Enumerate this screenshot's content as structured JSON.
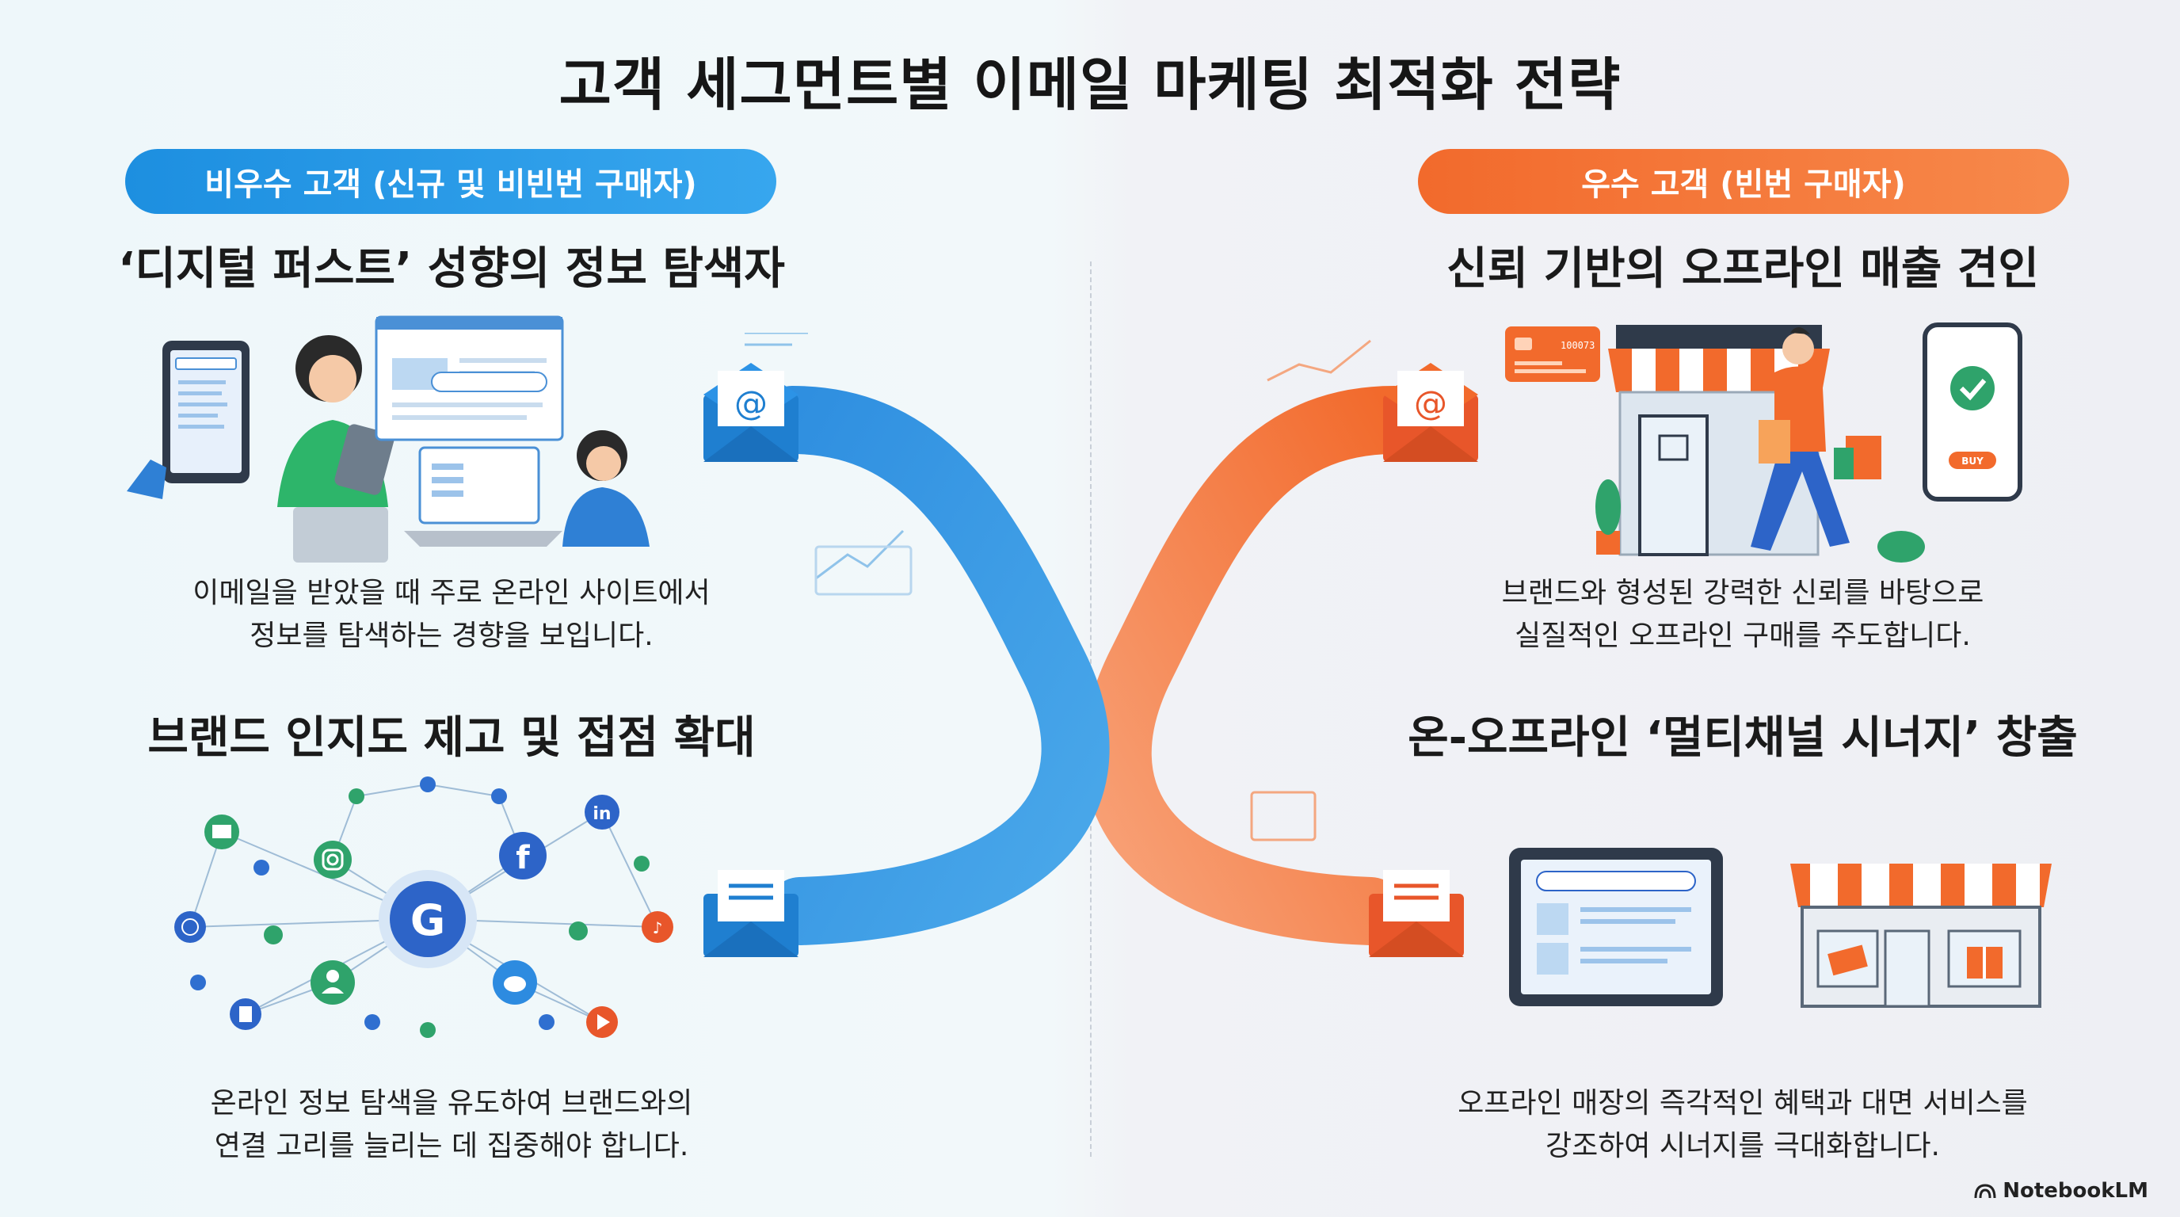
{
  "title": "고객 세그먼트별 이메일 마케팅 최적화 전략",
  "left": {
    "segment_label": "비우수 고객 (신규 및 비빈번 구매자)",
    "section1": {
      "heading": "‘디지털 퍼스트’ 성향의 정보 탐색자",
      "body": "이메일을 받았을 때 주로 온라인 사이트에서\n정보를 탐색하는 경향을 보입니다."
    },
    "section2": {
      "heading": "브랜드 인지도 제고 및 접점 확대",
      "body": "온라인 정보 탐색을 유도하여 브랜드와의\n연결 고리를 늘리는 데 집중해야 합니다."
    }
  },
  "right": {
    "segment_label": "우수 고객 (빈번 구매자)",
    "section1": {
      "heading": "신뢰 기반의 오프라인 매출 견인",
      "body": "브랜드와 형성된 강력한 신뢰를 바탕으로\n실질적인 오프라인 구매를 주도합니다."
    },
    "section2": {
      "heading": "온-오프라인 ‘멀티채널 시너지’ 창출",
      "body": "오프라인 매장의 즉각적인 혜택과 대면 서비스를\n강조하여 시너지를 극대화합니다."
    }
  },
  "illustration_labels": {
    "card_number": "100073",
    "buy_button": "BUY"
  },
  "footer": {
    "brand": "NotebookLM"
  },
  "colors": {
    "left_accent": "#1d8fe0",
    "right_accent": "#f26a2c",
    "text": "#1a1a1a",
    "background_left": "#eef7fa",
    "background_right": "#eeeff4"
  },
  "icons": [
    "email-icon",
    "envelope-icon",
    "instagram-icon",
    "facebook-icon",
    "linkedin-icon",
    "twitter-icon",
    "youtube-icon",
    "tiktok-icon",
    "user-icon",
    "store-icon",
    "credit-card-icon",
    "smartphone-icon",
    "tablet-icon",
    "shopping-bag-icon",
    "notebooklm-logo-icon"
  ]
}
